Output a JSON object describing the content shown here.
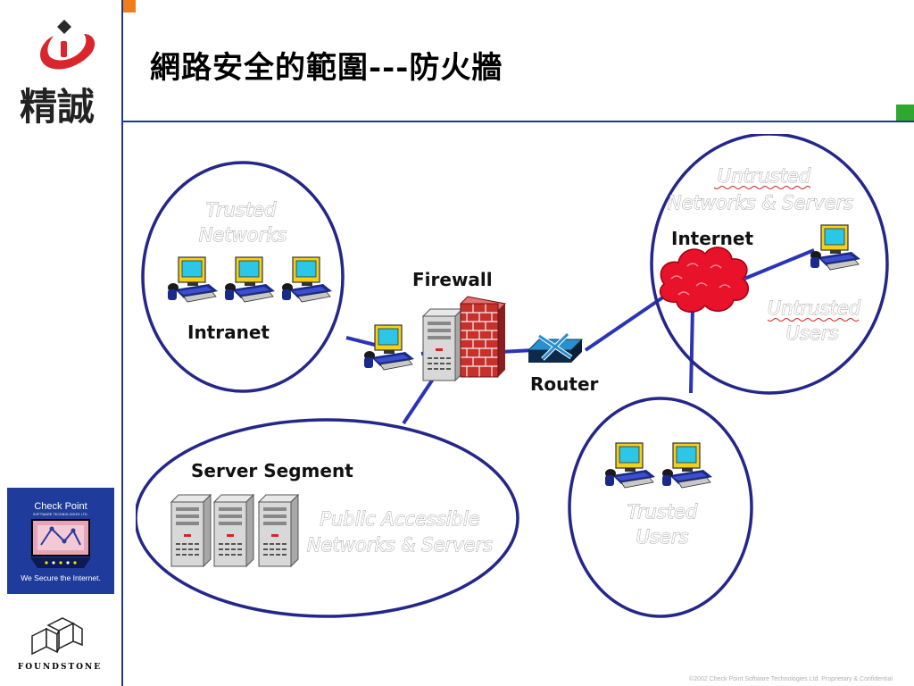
{
  "title": "網路安全的範圍---防火牆",
  "logo": {
    "name": "精誠"
  },
  "checkpoint": {
    "name": "Check Point",
    "subtitle": "SOFTWARE TECHNOLOGIES LTD.",
    "tagline": "We Secure the Internet."
  },
  "foundstone": {
    "name": "FOUNDSTONE"
  },
  "copyright": "©2002 Check Point Software Technologies Ltd. Proprietary & Confidential",
  "diagram": {
    "trusted_networks": [
      "Trusted",
      "Networks"
    ],
    "intranet": "Intranet",
    "firewall": "Firewall",
    "router": "Router",
    "untrusted_networks": [
      "Untrusted",
      "Networks & Servers"
    ],
    "internet": "Internet",
    "untrusted_users": [
      "Untrusted",
      "Users"
    ],
    "server_segment": "Server Segment",
    "public_networks": [
      "Public Accessible",
      "Networks & Servers"
    ],
    "trusted_users": [
      "Trusted",
      "Users"
    ]
  },
  "colors": {
    "rule_blue": "#1f3a8a",
    "ellipse_blue": "#25268a",
    "link_blue": "#2b34b8",
    "cloud_red": "#e8132b",
    "accent_orange": "#f07d1a",
    "accent_green": "#2ea82e"
  }
}
